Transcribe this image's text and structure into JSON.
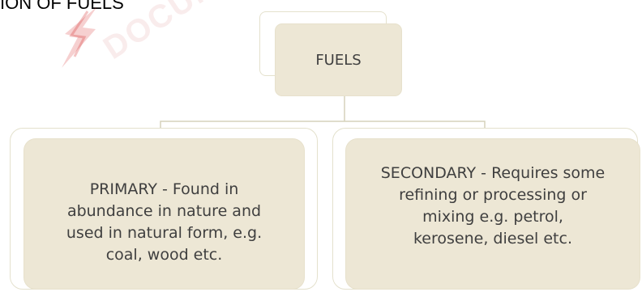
{
  "heading": "ION OF FUELS",
  "watermark": {
    "text": "DOCUMEN"
  },
  "root": {
    "label": "FUELS"
  },
  "primary": {
    "lines": [
      "PRIMARY - Found in",
      "abundance in nature and",
      "used in natural form, e.g.",
      "coal, wood etc."
    ]
  },
  "secondary": {
    "lines": [
      "SECONDARY - Requires some",
      "refining or processing or",
      "mixing e.g. petrol,",
      "kerosene, diesel etc."
    ]
  },
  "colors": {
    "card_fill": "#ede7d5",
    "frame_border": "#e4e1cd",
    "connector": "#d6d2bb",
    "text": "#3f3f3f",
    "watermark_red": "#d52b2b"
  }
}
